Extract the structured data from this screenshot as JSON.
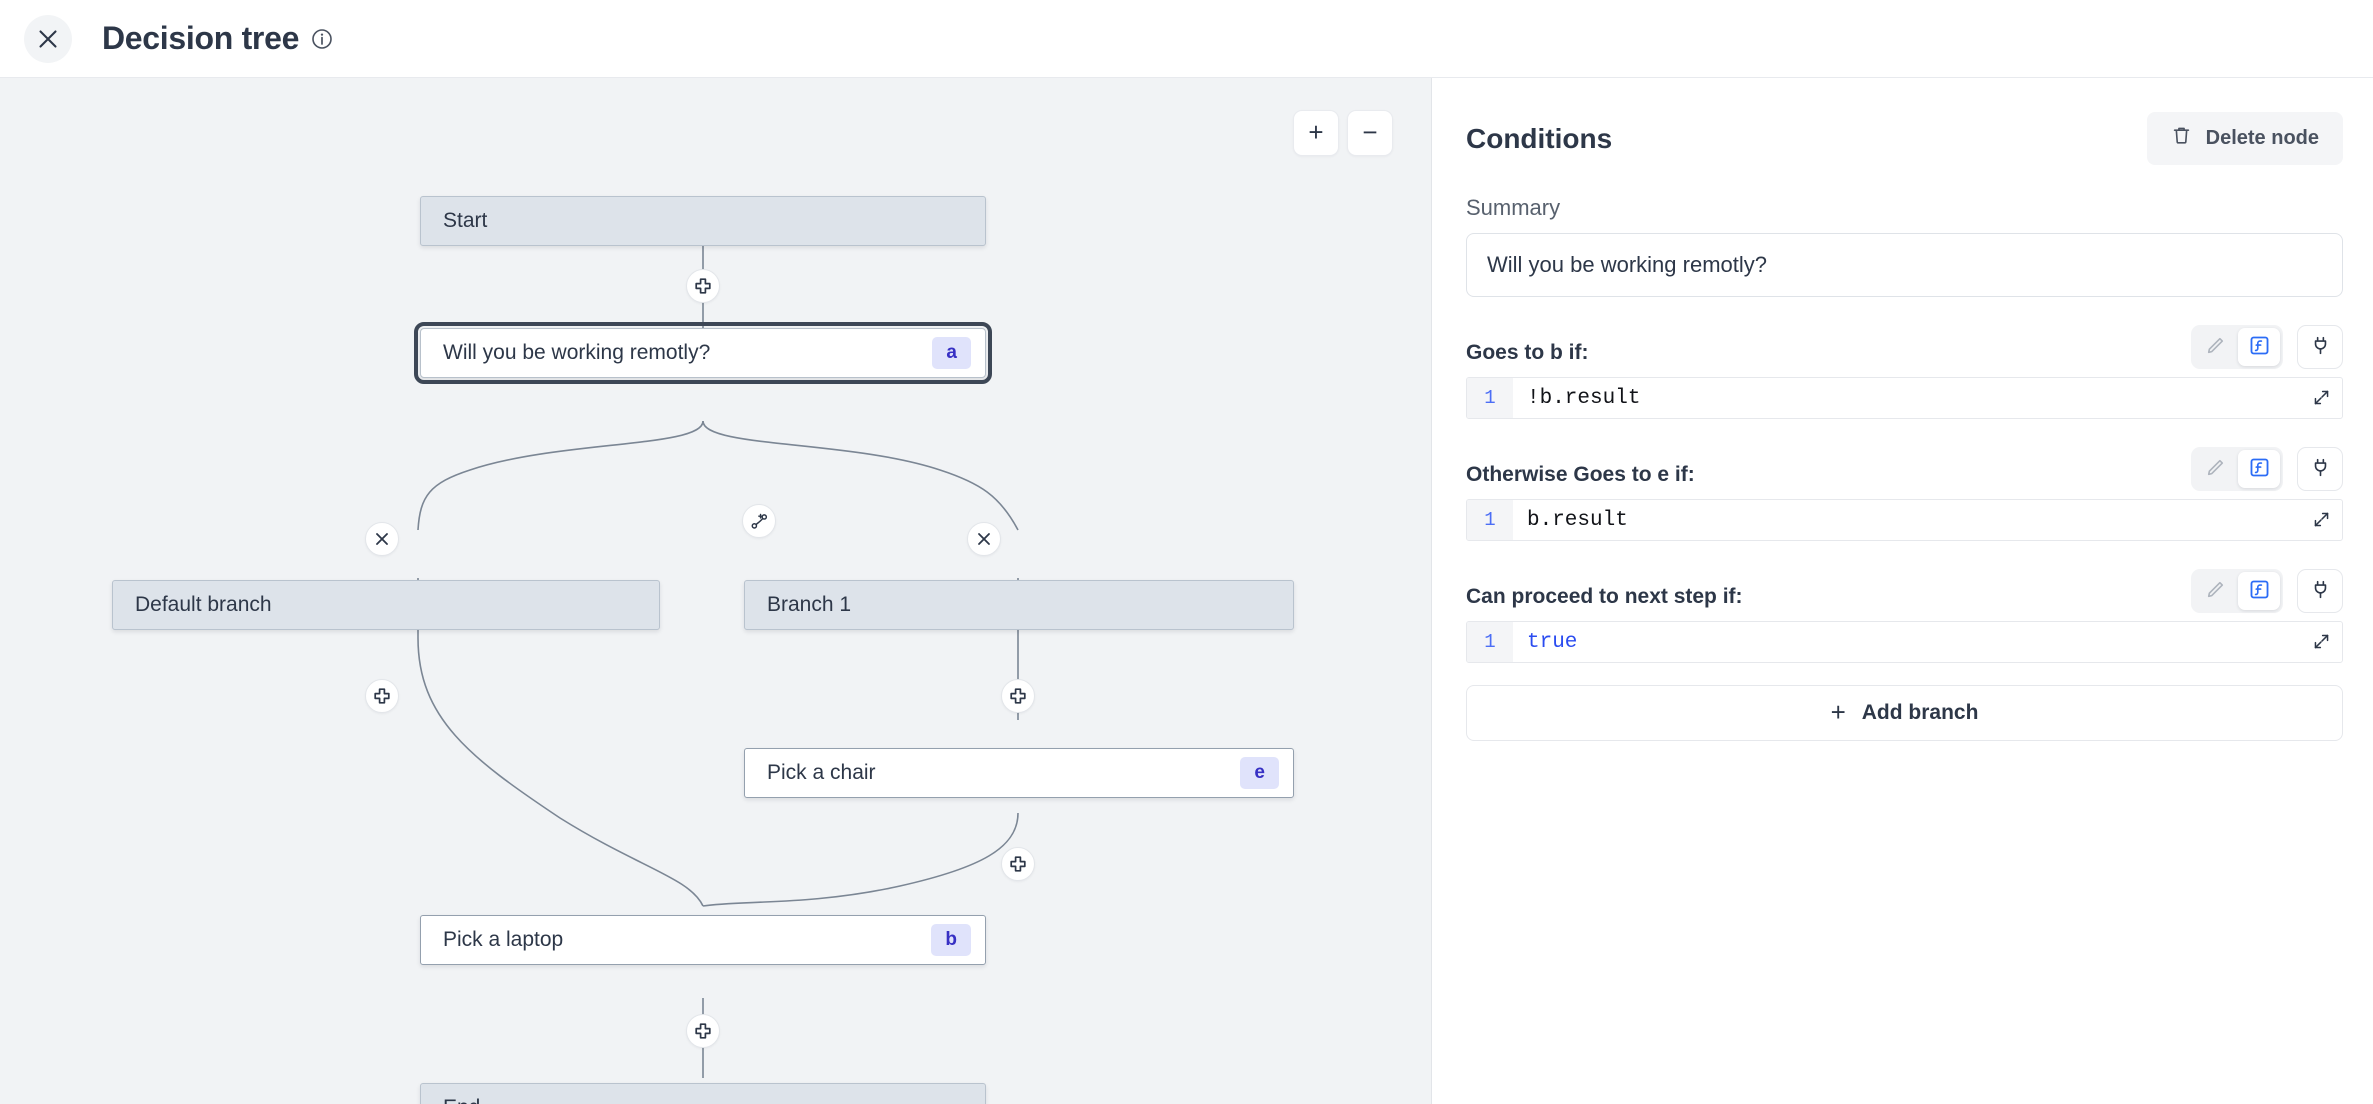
{
  "header": {
    "close_icon": "close-icon",
    "title": "Decision tree",
    "info_icon": "info-icon"
  },
  "canvas": {
    "zoom_in_label": "+",
    "zoom_out_label": "−",
    "nodes": [
      {
        "id": "start",
        "label": "Start",
        "type": "terminal",
        "badge": ""
      },
      {
        "id": "a",
        "label": "Will you be working remotly?",
        "type": "selected",
        "badge": "a"
      },
      {
        "id": "def",
        "label": "Default branch",
        "type": "branch",
        "badge": ""
      },
      {
        "id": "br1",
        "label": "Branch 1",
        "type": "branch",
        "badge": ""
      },
      {
        "id": "chair",
        "label": "Pick a chair",
        "type": "step",
        "badge": "e"
      },
      {
        "id": "laptop",
        "label": "Pick a laptop",
        "type": "step",
        "badge": "b"
      },
      {
        "id": "end",
        "label": "End",
        "type": "terminal",
        "badge": ""
      }
    ],
    "handles": [
      {
        "id": "h-start-a",
        "icon": "add-node-icon"
      },
      {
        "id": "h-branch-add",
        "icon": "add-branch-icon"
      },
      {
        "id": "h-del-default",
        "icon": "close-icon"
      },
      {
        "id": "h-del-branch1",
        "icon": "close-icon"
      },
      {
        "id": "h-def-add",
        "icon": "add-node-icon"
      },
      {
        "id": "h-br1-add",
        "icon": "add-node-icon"
      },
      {
        "id": "h-chair-add",
        "icon": "add-node-icon"
      },
      {
        "id": "h-laptop-add",
        "icon": "add-node-icon"
      }
    ]
  },
  "panel": {
    "title": "Conditions",
    "delete_node_label": "Delete node",
    "delete_node_icon": "trash-icon",
    "summary_label": "Summary",
    "summary_value": "Will you be working remotly?",
    "summary_placeholder": "Summary",
    "add_branch_label": "Add branch",
    "add_branch_icon": "plus-icon",
    "conditions": [
      {
        "label": "Goes to b if:",
        "code": "!b.result",
        "line_no": "1",
        "keyword": false,
        "edit_icon": "pencil-icon",
        "fx_icon": "function-icon",
        "plug_icon": "plug-icon",
        "expand_icon": "expand-icon",
        "fx_active": true
      },
      {
        "label": "Otherwise Goes to e if:",
        "code": "b.result",
        "line_no": "1",
        "keyword": false,
        "edit_icon": "pencil-icon",
        "fx_icon": "function-icon",
        "plug_icon": "plug-icon",
        "expand_icon": "expand-icon",
        "fx_active": true
      },
      {
        "label": "Can proceed to next step if:",
        "code": "true",
        "line_no": "1",
        "keyword": true,
        "edit_icon": "pencil-icon",
        "fx_icon": "function-icon",
        "plug_icon": "plug-icon",
        "expand_icon": "expand-icon",
        "fx_active": true
      }
    ]
  },
  "colors": {
    "accent_blue": "#2b4cf0",
    "badge_bg": "#e0e3fb",
    "badge_fg": "#3730c4",
    "node_fill": "#dde3ea",
    "canvas_bg": "#f1f3f5",
    "selected_outline": "#3d4756"
  }
}
